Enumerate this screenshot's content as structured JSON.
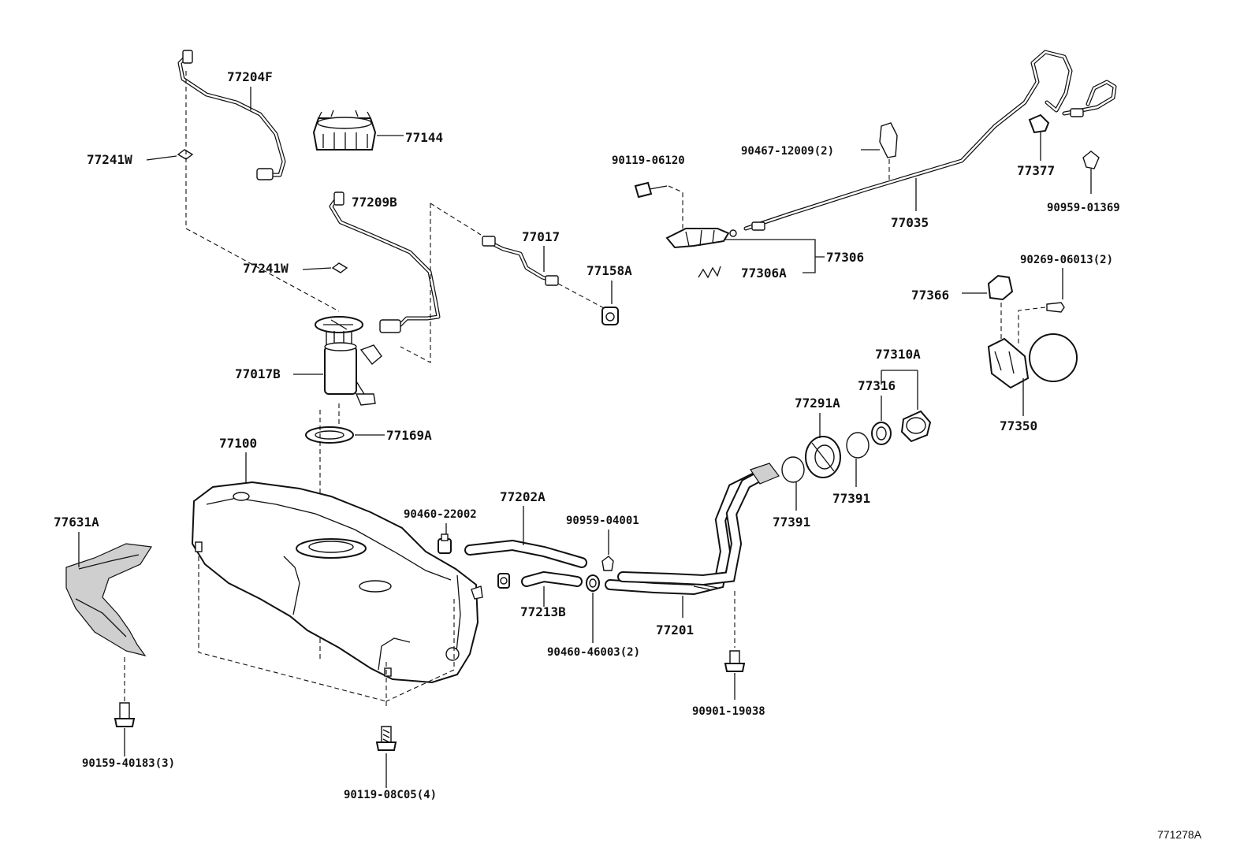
{
  "figure_id": "771278A",
  "callouts": {
    "c77204F": "77204F",
    "c77144": "77144",
    "c77241W_a": "77241W",
    "c77209B": "77209B",
    "c77241W_b": "77241W",
    "c77017": "77017",
    "c77158A": "77158A",
    "c77017B": "77017B",
    "c77100": "77100",
    "c77169A": "77169A",
    "c77631A": "77631A",
    "c90460_22002": "90460-22002",
    "c77202A": "77202A",
    "c90959_04001": "90959-04001",
    "c77213B": "77213B",
    "c90460_46003": "90460-46003(2)",
    "c77201": "77201",
    "c90901_19038": "90901-19038",
    "c90159_40183": "90159-40183(3)",
    "c90119_08C05": "90119-08C05(4)",
    "c90119_06120": "90119-06120",
    "c90467_12009": "90467-12009(2)",
    "c77306": "77306",
    "c77306A": "77306A",
    "c77035": "77035",
    "c77377": "77377",
    "c90959_01369": "90959-01369",
    "c90269_06013": "90269-06013(2)",
    "c77366": "77366",
    "c77350": "77350",
    "c77310A": "77310A",
    "c77316": "77316",
    "c77291A": "77291A",
    "c77391_a": "77391",
    "c77391_b": "77391"
  }
}
